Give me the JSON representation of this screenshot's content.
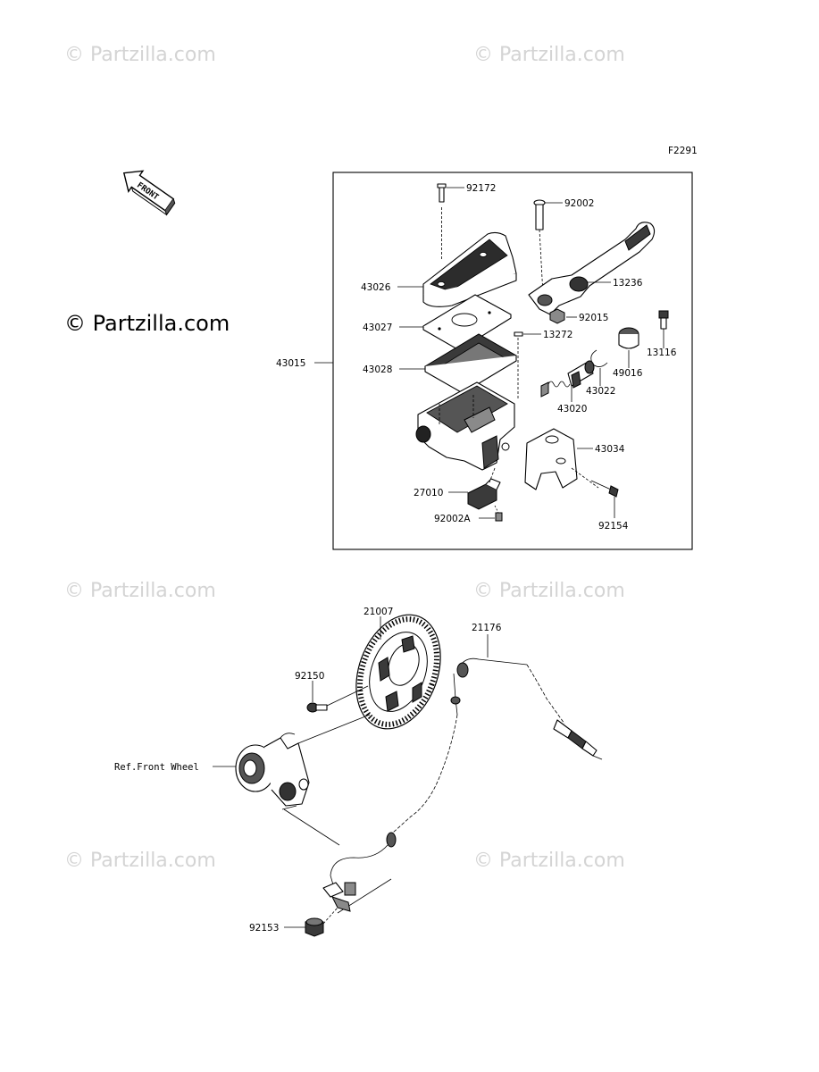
{
  "watermarks": {
    "faint": "© Partzilla.com",
    "main": "© Partzilla.com"
  },
  "figure_id": "F2291",
  "front_arrow_label": "FRONT",
  "parts": {
    "p92172": "92172",
    "p92002": "92002",
    "p43026": "43026",
    "p13236": "13236",
    "p43027": "43027",
    "p92015": "92015",
    "p13116": "13116",
    "p13272": "13272",
    "p43015": "43015",
    "p43028": "43028",
    "p49016": "49016",
    "p43022": "43022",
    "p43020": "43020",
    "p43034": "43034",
    "p27010": "27010",
    "p92002A": "92002A",
    "p92154": "92154",
    "p21007": "21007",
    "p21176": "21176",
    "p92150": "92150",
    "p92153": "92153"
  },
  "ref_front_wheel": "Ref.Front Wheel"
}
